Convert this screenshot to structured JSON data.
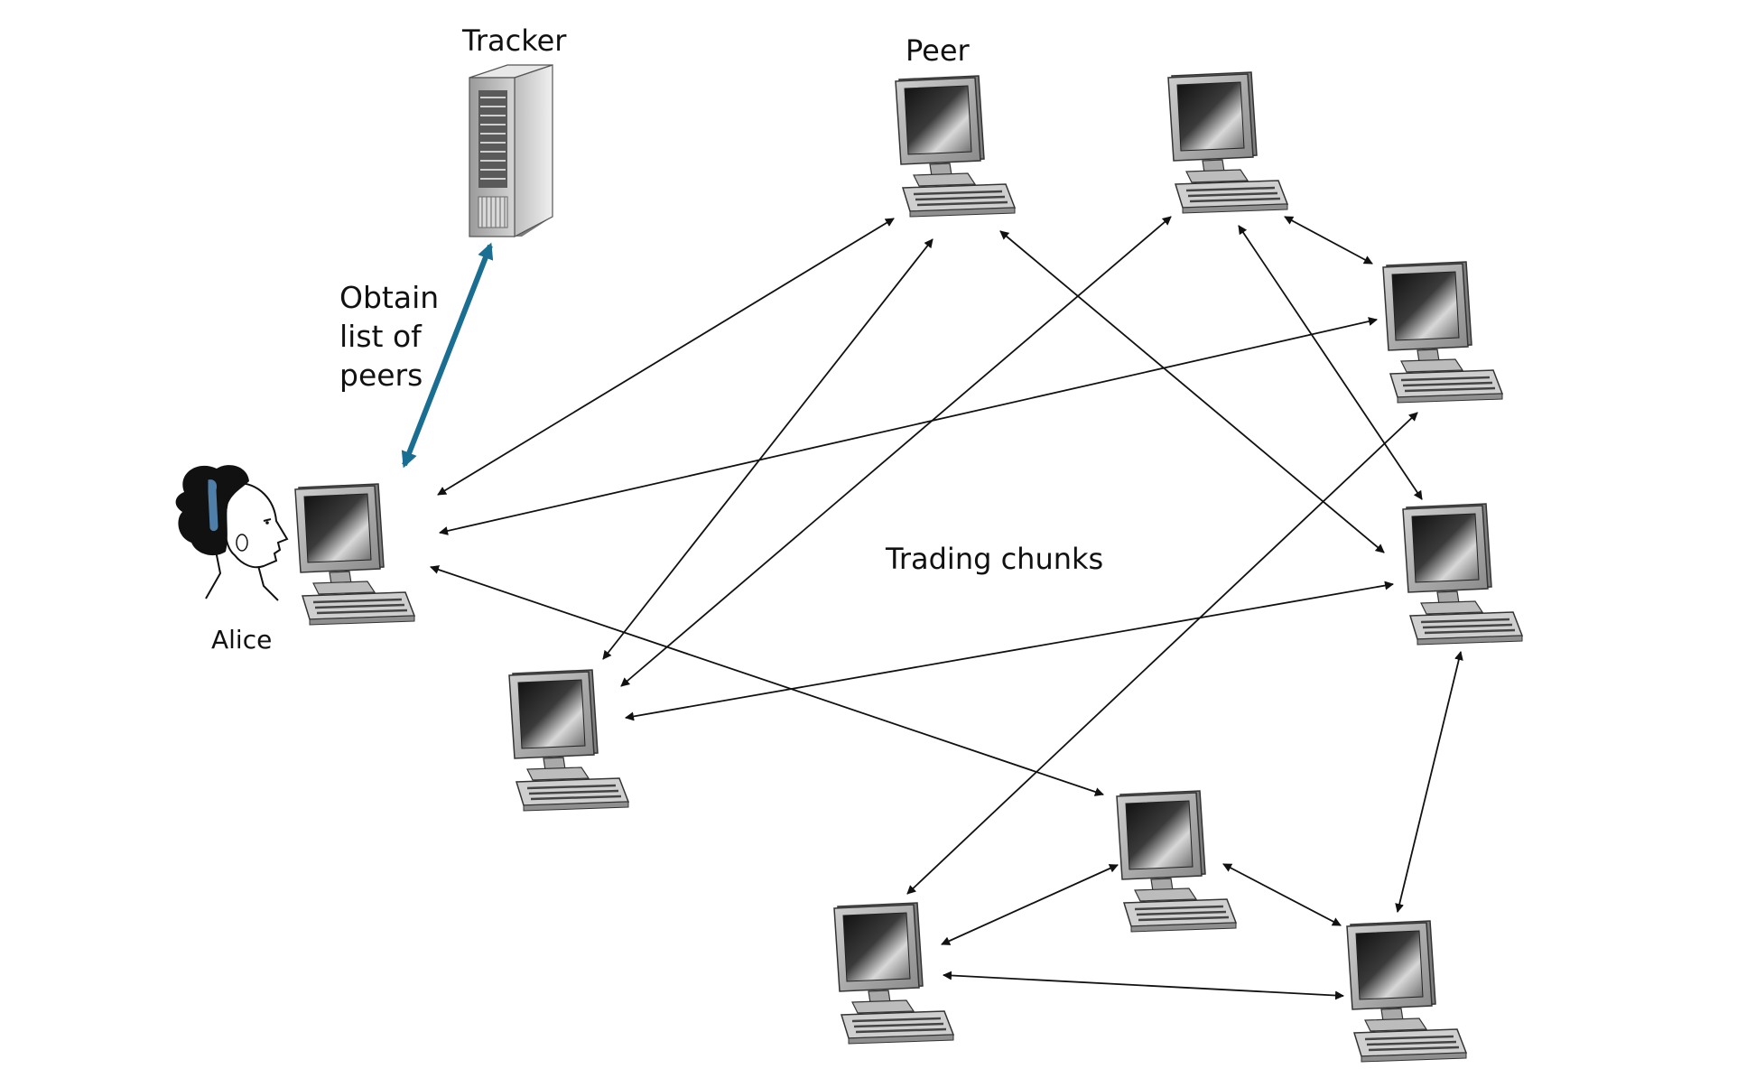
{
  "labels": {
    "tracker": "Tracker",
    "peer": "Peer",
    "obtain_line1": "Obtain",
    "obtain_line2": "list of",
    "obtain_line3": "peers",
    "alice": "Alice",
    "trading": "Trading chunks"
  },
  "colors": {
    "tracker_arrow": "#1a6e91",
    "peer_arrow": "#111111"
  },
  "icons": {
    "tracker": "server-tower-icon",
    "peer": "desktop-computer-icon",
    "person": "person-alice-icon"
  }
}
